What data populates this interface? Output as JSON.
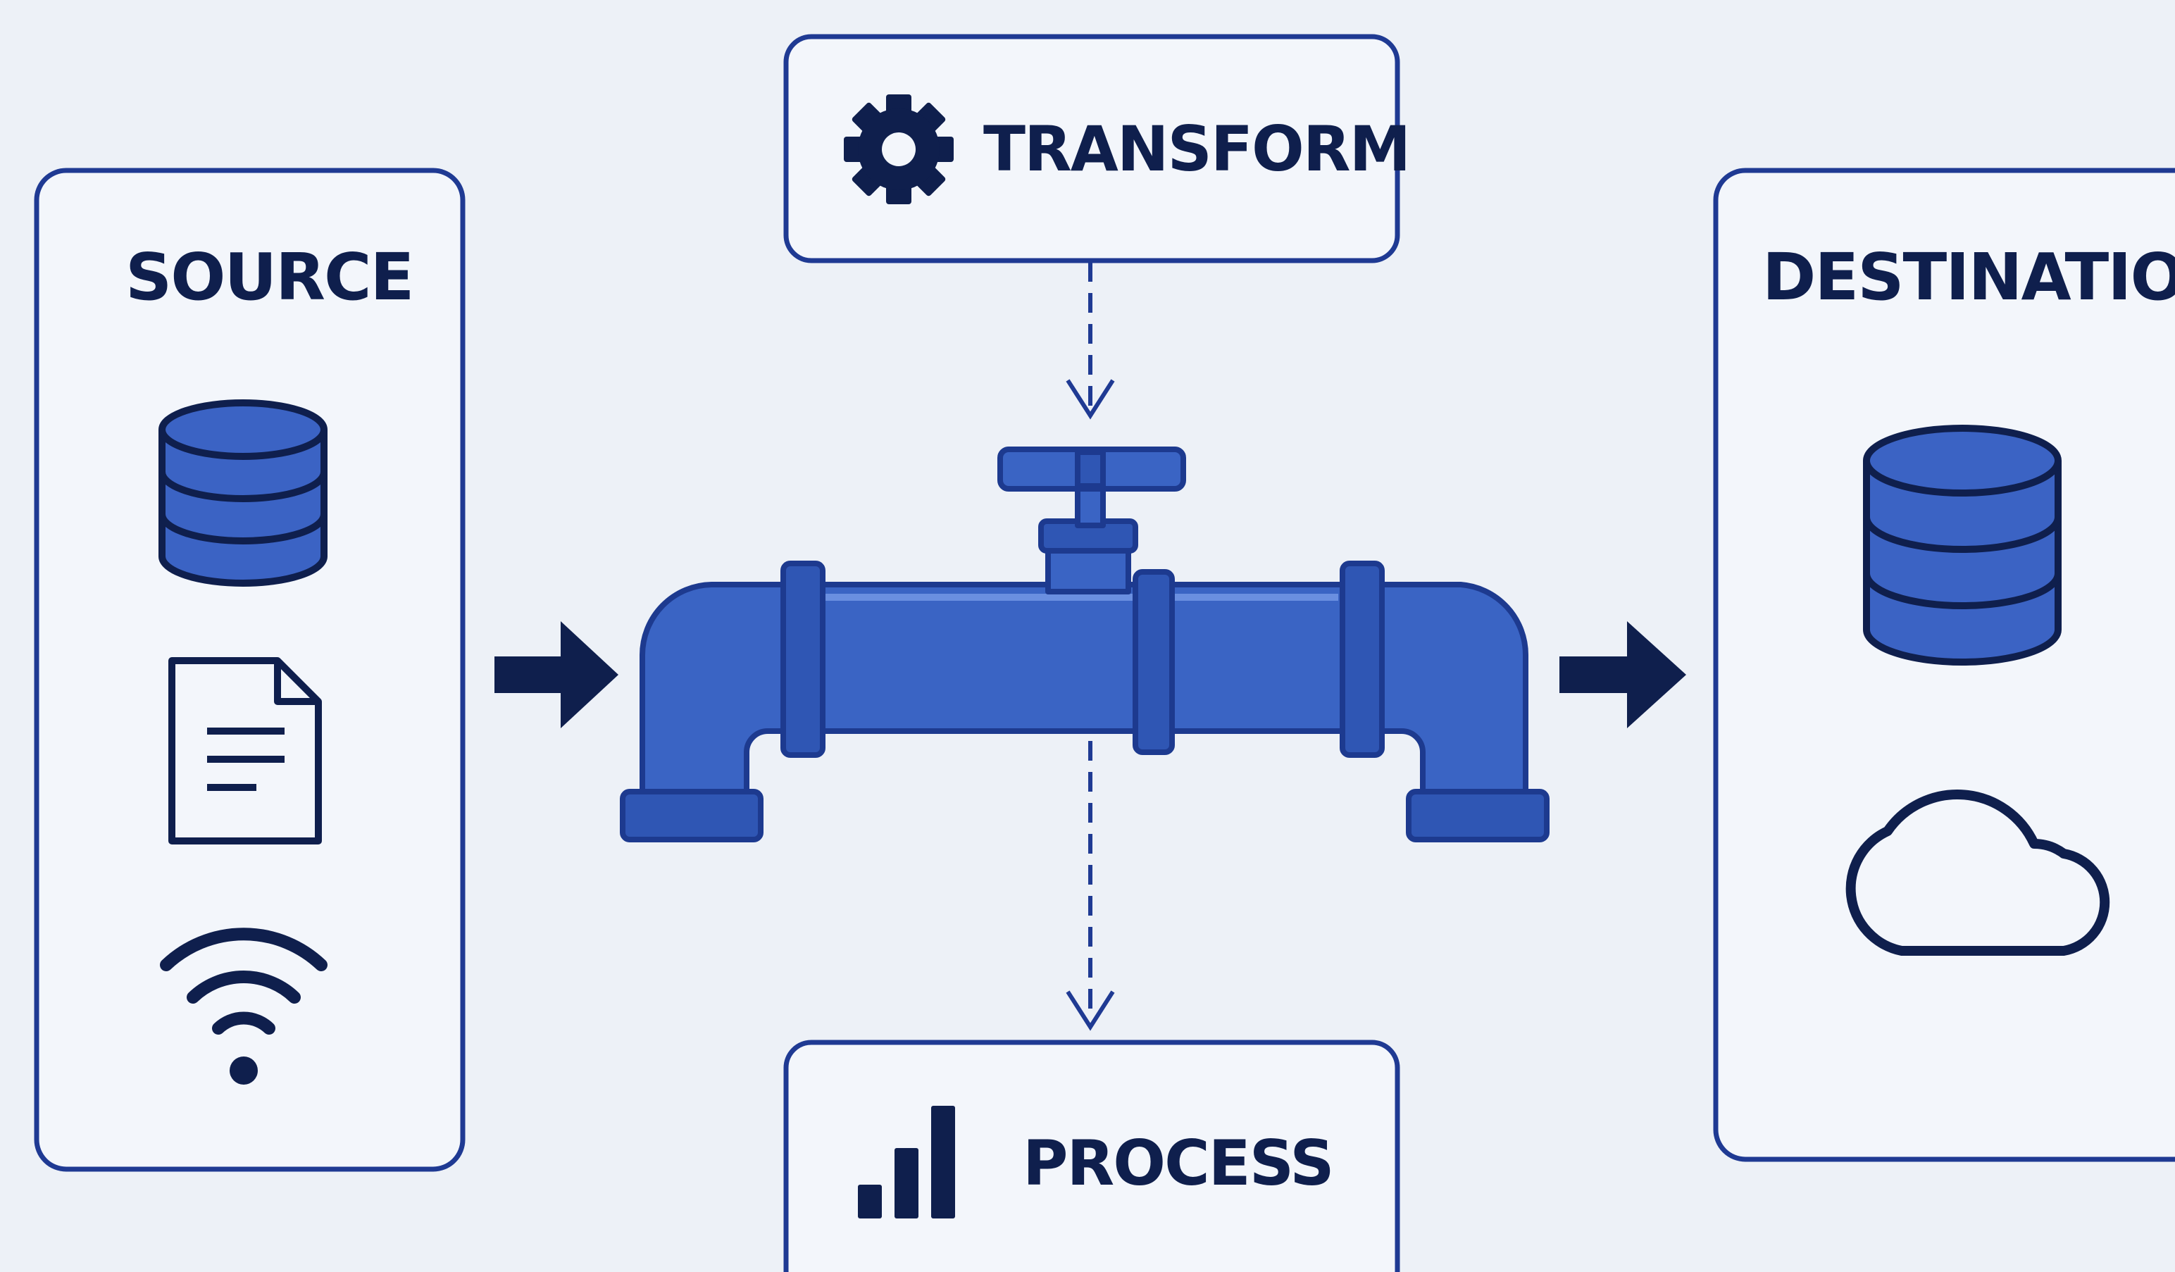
{
  "diagram": {
    "source": {
      "label": "SOURCE",
      "icons": [
        "database-icon",
        "document-icon",
        "wifi-icon"
      ]
    },
    "transform": {
      "label": "TRANSFORM",
      "icon": "gear-icon"
    },
    "process": {
      "label": "PROCESS",
      "icon": "bar-chart-icon"
    },
    "destination": {
      "label": "DESTINATION",
      "icons": [
        "database-icon",
        "cloud-icon"
      ]
    },
    "pipeline": {
      "icon": "pipe-valve-icon"
    }
  },
  "colors": {
    "background": "#edf1f7",
    "border": "#1f3a93",
    "ink": "#0f1f4d",
    "pipe": "#3a64c4",
    "pipe_dark": "#1d3a8f",
    "icon_fill": "#3b63c4"
  }
}
